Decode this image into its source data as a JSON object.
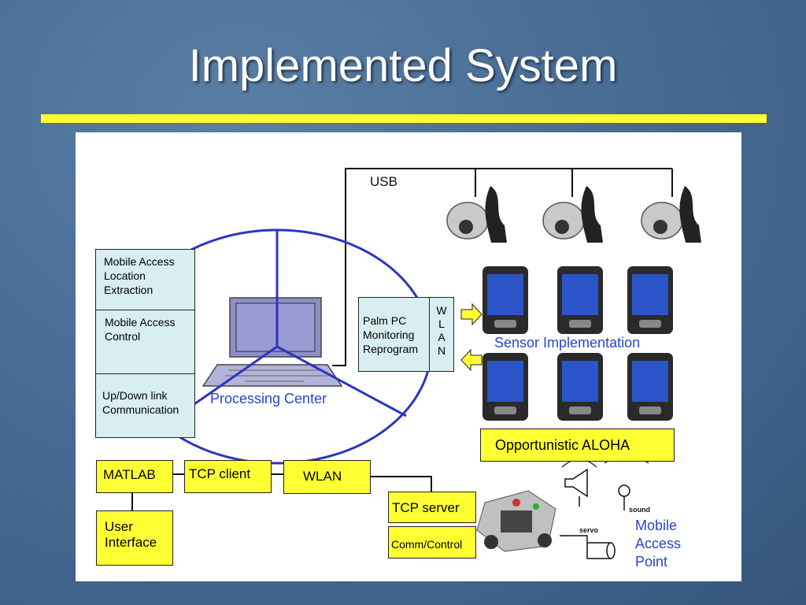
{
  "slide": {
    "title": "Implemented System"
  },
  "diagram": {
    "usb_label": "USB",
    "left_stack": [
      "Mobile Access\nLocation\nExtraction",
      "Mobile Access\nControl",
      "Up/Down link\nCommunication"
    ],
    "processing_center": "Processing Center",
    "palm_box": "Palm PC\nMonitoring\nReprogram",
    "wlan_letters": [
      "W",
      "L",
      "A",
      "N"
    ],
    "sensor_implementation": "Sensor Implementation",
    "opportunistic_aloha": "Opportunistic ALOHA",
    "matlab": "MATLAB",
    "tcp_client": "TCP client",
    "wlan": "WLAN",
    "user_interface": "User\nInterface",
    "tcp_server": "TCP server",
    "comm_control": "Comm/Control",
    "sound_label": "sound",
    "servo_label": "servo",
    "mobile_access_point": "Mobile\nAccess\nPoint"
  },
  "colors": {
    "accent_yellow": "#ffff33",
    "cyan_box": "#d8eef0",
    "circle_blue": "#2b35c0",
    "label_blue": "#2b45c9"
  }
}
